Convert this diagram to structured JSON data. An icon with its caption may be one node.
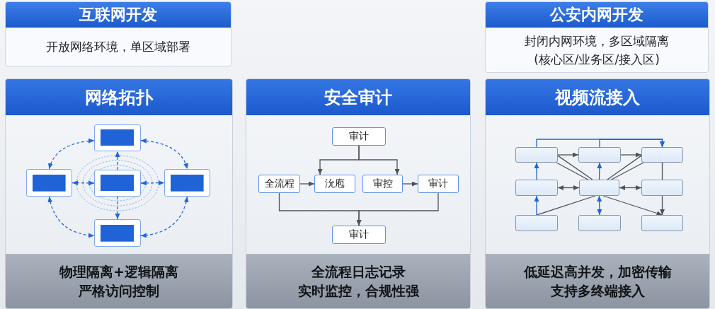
{
  "diagram": {
    "nodes": [
      {
        "text": [
          "互联网开发",
          "开放网络环境，单区域部署"
        ]
      },
      {
        "text": [
          "公安内网开发",
          "封闭内网环境，多区域隔离(核心区/业务区/接入区)"
        ]
      },
      {
        "text": [
          "网络拓扑",
          "物理隔离+逻辑隔离",
          "严格访问控制"
        ]
      },
      {
        "text": [],
        "shape": "box",
        "in": 2
      },
      {
        "text": [],
        "shape": "box",
        "in": 2
      },
      {
        "text": [],
        "shape": "box",
        "in": 2
      },
      {
        "text": [],
        "shape": "box",
        "in": 2
      },
      {
        "text": [],
        "shape": "box",
        "in": 2
      },
      {
        "text": [
          "安全审计",
          "全流程日志记录",
          "实时监控，合规性强"
        ]
      },
      {
        "text": [
          "审计"
        ],
        "in": 8
      },
      {
        "text": [
          "全流程"
        ],
        "in": 8
      },
      {
        "text": [
          "沇庖"
        ],
        "in": 8
      },
      {
        "text": [
          "审控"
        ],
        "in": 8
      },
      {
        "text": [
          "审计"
        ],
        "in": 8
      },
      {
        "text": [
          "审计"
        ],
        "in": 8
      },
      {
        "text": [
          "视频流接入",
          "低延迟高并发，加密传输",
          "支持多终端接入"
        ]
      },
      {
        "text": [],
        "shape": "box",
        "in": 15
      },
      {
        "text": [],
        "shape": "box",
        "in": 15
      },
      {
        "text": [],
        "shape": "box",
        "in": 15
      },
      {
        "text": [],
        "shape": "box",
        "in": 15
      },
      {
        "text": [],
        "shape": "box",
        "in": 15
      },
      {
        "text": [],
        "shape": "box",
        "in": 15
      },
      {
        "text": [],
        "shape": "box",
        "in": 15
      },
      {
        "text": [],
        "shape": "box",
        "in": 15
      },
      {
        "text": [],
        "shape": "box",
        "in": 15
      }
    ],
    "edges": [
      {
        "from": 3,
        "to": 4,
        "arrow": "both",
        "style": "dashed",
        "color": "#2266dd"
      },
      {
        "from": 3,
        "to": 6,
        "arrow": "both",
        "style": "dashed",
        "color": "#2266dd"
      },
      {
        "from": 4,
        "to": 7,
        "arrow": "both",
        "style": "dashed",
        "color": "#2266dd"
      },
      {
        "from": 6,
        "to": 7,
        "arrow": "both",
        "style": "dashed",
        "color": "#2266dd"
      },
      {
        "from": 5,
        "to": 4,
        "arrow": "both",
        "style": "dashed",
        "color": "#2266dd"
      },
      {
        "from": 5,
        "to": 6,
        "arrow": "both",
        "style": "dashed",
        "color": "#2266dd"
      },
      {
        "from": 5,
        "to": 3,
        "arrow": "to",
        "style": "dashed",
        "color": "#2266dd"
      },
      {
        "from": 5,
        "to": 7,
        "arrow": "to",
        "style": "dashed",
        "color": "#2266dd"
      },
      {
        "from": 9,
        "to": 11,
        "arrow": "to"
      },
      {
        "from": 9,
        "to": 12,
        "arrow": "to"
      },
      {
        "from": 10,
        "to": 11,
        "arrow": "to"
      },
      {
        "from": 12,
        "to": 13,
        "arrow": "to"
      },
      {
        "from": 10,
        "to": 14,
        "arrow": "to"
      },
      {
        "from": 13,
        "to": 14,
        "arrow": "to"
      },
      {
        "from": 16,
        "to": 17,
        "arrow": "to"
      },
      {
        "from": 17,
        "to": 18,
        "arrow": "to"
      },
      {
        "from": 16,
        "to": 18,
        "arrow": "to",
        "color": "#1f63d6"
      },
      {
        "from": 17,
        "to": 18,
        "arrow": "to",
        "color": "#1f63d6"
      },
      {
        "from": 16,
        "to": 20,
        "arrow": "none"
      },
      {
        "from": 16,
        "to": 20,
        "arrow": "none"
      },
      {
        "from": 20,
        "to": 18,
        "arrow": "none"
      },
      {
        "from": 20,
        "to": 18,
        "arrow": "none"
      },
      {
        "from": 20,
        "to": 17,
        "arrow": "to",
        "color": "#1f63d6"
      },
      {
        "from": 19,
        "to": 16,
        "arrow": "to",
        "color": "#1f63d6"
      },
      {
        "from": 22,
        "to": 19,
        "arrow": "to",
        "color": "#1f63d6"
      },
      {
        "from": 19,
        "to": 20,
        "arrow": "both"
      },
      {
        "from": 20,
        "to": 21,
        "arrow": "both"
      },
      {
        "from": 20,
        "to": 23,
        "arrow": "both",
        "color": "#1f63d6"
      },
      {
        "from": 22,
        "to": 20,
        "arrow": "none"
      },
      {
        "from": 20,
        "to": 24,
        "arrow": "to"
      },
      {
        "from": 18,
        "to": 21,
        "arrow": "none"
      },
      {
        "from": 21,
        "to": 24,
        "arrow": "to"
      }
    ]
  }
}
